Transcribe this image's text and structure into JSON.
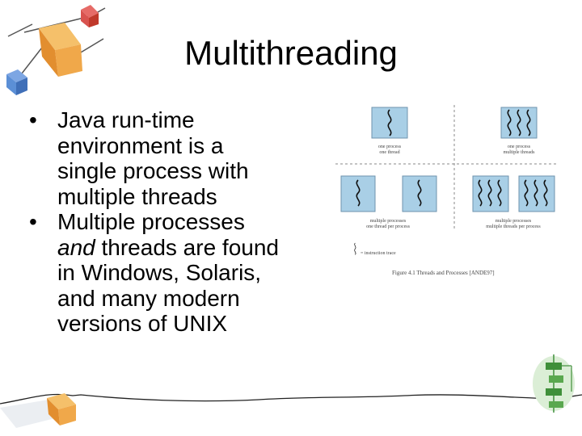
{
  "slide": {
    "title": "Multithreading",
    "bullets": [
      {
        "marker": "•",
        "lines": [
          {
            "text": "Java run-time"
          },
          {
            "text": "environment is a"
          },
          {
            "text": "single process with"
          },
          {
            "text": "multiple threads"
          }
        ]
      },
      {
        "marker": "•",
        "lines": [
          {
            "text": "Multiple processes"
          },
          {
            "em": "and",
            "text": " threads are found"
          },
          {
            "text": "in Windows, Solaris,"
          },
          {
            "text": "and many modern"
          },
          {
            "text": "versions of UNIX"
          }
        ]
      }
    ]
  },
  "figure": {
    "quadrants": [
      {
        "line1": "one process",
        "line2": "one thread"
      },
      {
        "line1": "one process",
        "line2": "multiple threads"
      },
      {
        "line1": "multiple processes",
        "line2": "one thread per process"
      },
      {
        "line1": "multiple processes",
        "line2": "multiple threads per process"
      }
    ],
    "legend": "= instruction trace",
    "caption": "Figure 4.1  Threads and Processes [ANDE97]"
  },
  "colors": {
    "process_box": "#a9cfe6",
    "process_box_border": "#6f93ad",
    "cube_red": "#d9534f",
    "cube_orange": "#f0a84a",
    "cube_blue": "#5b8fd6",
    "flowchart_green": "#3f8f3a"
  },
  "icons": [
    "decorative-cubes-icon",
    "thread-squiggle-icon",
    "flowchart-icon"
  ]
}
